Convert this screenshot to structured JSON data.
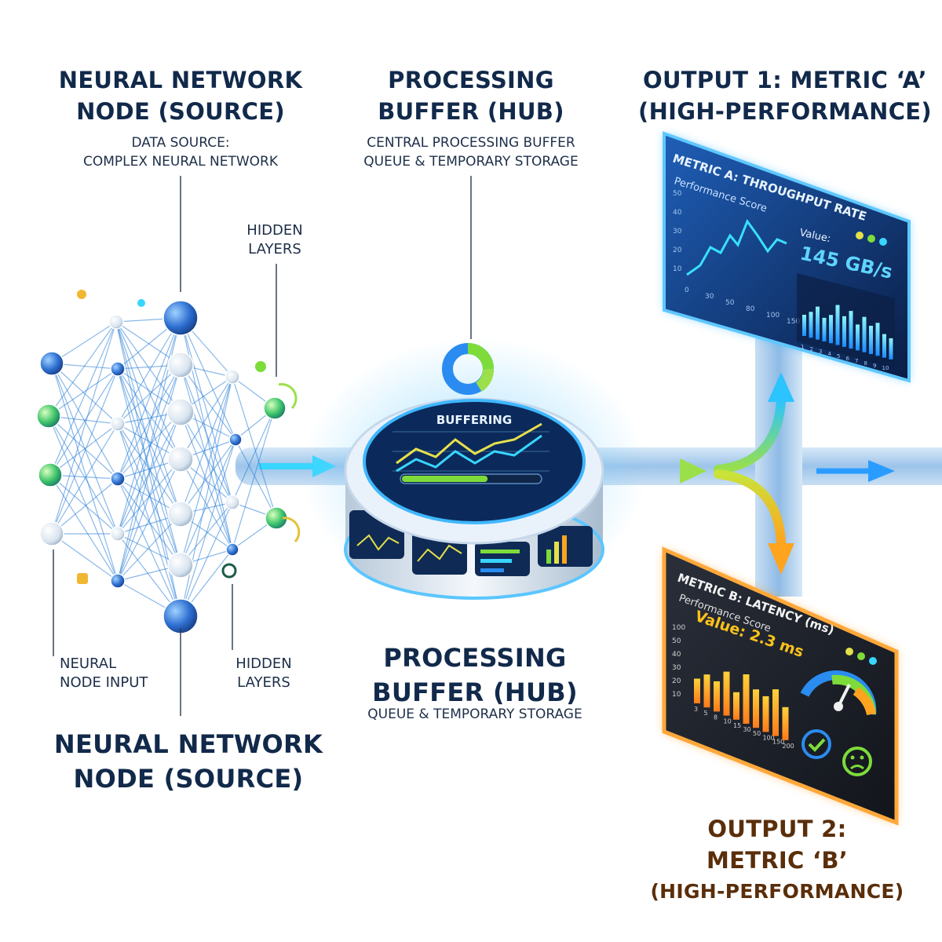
{
  "colors": {
    "navy": "#11294a",
    "accent_blue": "#2a8cf0",
    "accent_cyan": "#38d6ff",
    "accent_green": "#7ddc3a",
    "accent_orange": "#ff9a1f",
    "panel_blue": "#0d2a5a",
    "panel_dark": "#1a1f2a"
  },
  "source": {
    "title_line1": "NEURAL NETWORK",
    "title_line2": "NODE (SOURCE)",
    "desc_line1": "DATA SOURCE:",
    "desc_line2": "COMPLEX NEURAL NETWORK",
    "hidden_top_line1": "HIDDEN",
    "hidden_top_line2": "LAYERS",
    "input_line1": "NEURAL",
    "input_line2": "NODE INPUT",
    "hidden_bottom_line1": "HIDDEN",
    "hidden_bottom_line2": "LAYERS",
    "bottom_title_line1": "NEURAL NETWORK",
    "bottom_title_line2": "NODE (SOURCE)"
  },
  "hub": {
    "title_line1": "PROCESSING",
    "title_line2": "BUFFER (HUB)",
    "desc_line1": "CENTRAL PROCESSING BUFFER",
    "desc_line2": "QUEUE & TEMPORARY STORAGE",
    "screen_label": "BUFFERING",
    "buffer_level": 0.62,
    "bottom_title_line1": "PROCESSING",
    "bottom_title_line2": "BUFFER (HUB)",
    "bottom_desc": "QUEUE & TEMPORARY STORAGE"
  },
  "output_a": {
    "title_line1": "OUTPUT 1: METRIC ‘A’",
    "title_line2": "(HIGH-PERFORMANCE)",
    "panel_title": "METRIC A: THROUGHPUT RATE",
    "panel_subtitle": "Performance Score",
    "value_label": "Value:",
    "value": "145 GB/s",
    "y_ticks": [
      "10",
      "20",
      "30",
      "40",
      "50"
    ],
    "x_ticks": [
      "0",
      "30",
      "50",
      "80",
      "100",
      "150"
    ],
    "bar_ticks": [
      "1",
      "2",
      "3",
      "4",
      "5",
      "6",
      "7",
      "8",
      "9",
      "10"
    ]
  },
  "output_b": {
    "title_line1": "OUTPUT 2:",
    "title_line2": "METRIC ‘B’",
    "title_line3": "(HIGH-PERFORMANCE)",
    "panel_title": "METRIC B: LATENCY (ms)",
    "panel_subtitle": "Performance Score",
    "value": "Value: 2.3 ms",
    "y_ticks": [
      "100",
      "50",
      "40",
      "30",
      "20",
      "10"
    ],
    "x_ticks": [
      "3",
      "5",
      "8",
      "10",
      "15",
      "30",
      "50",
      "100",
      "150",
      "200"
    ]
  }
}
